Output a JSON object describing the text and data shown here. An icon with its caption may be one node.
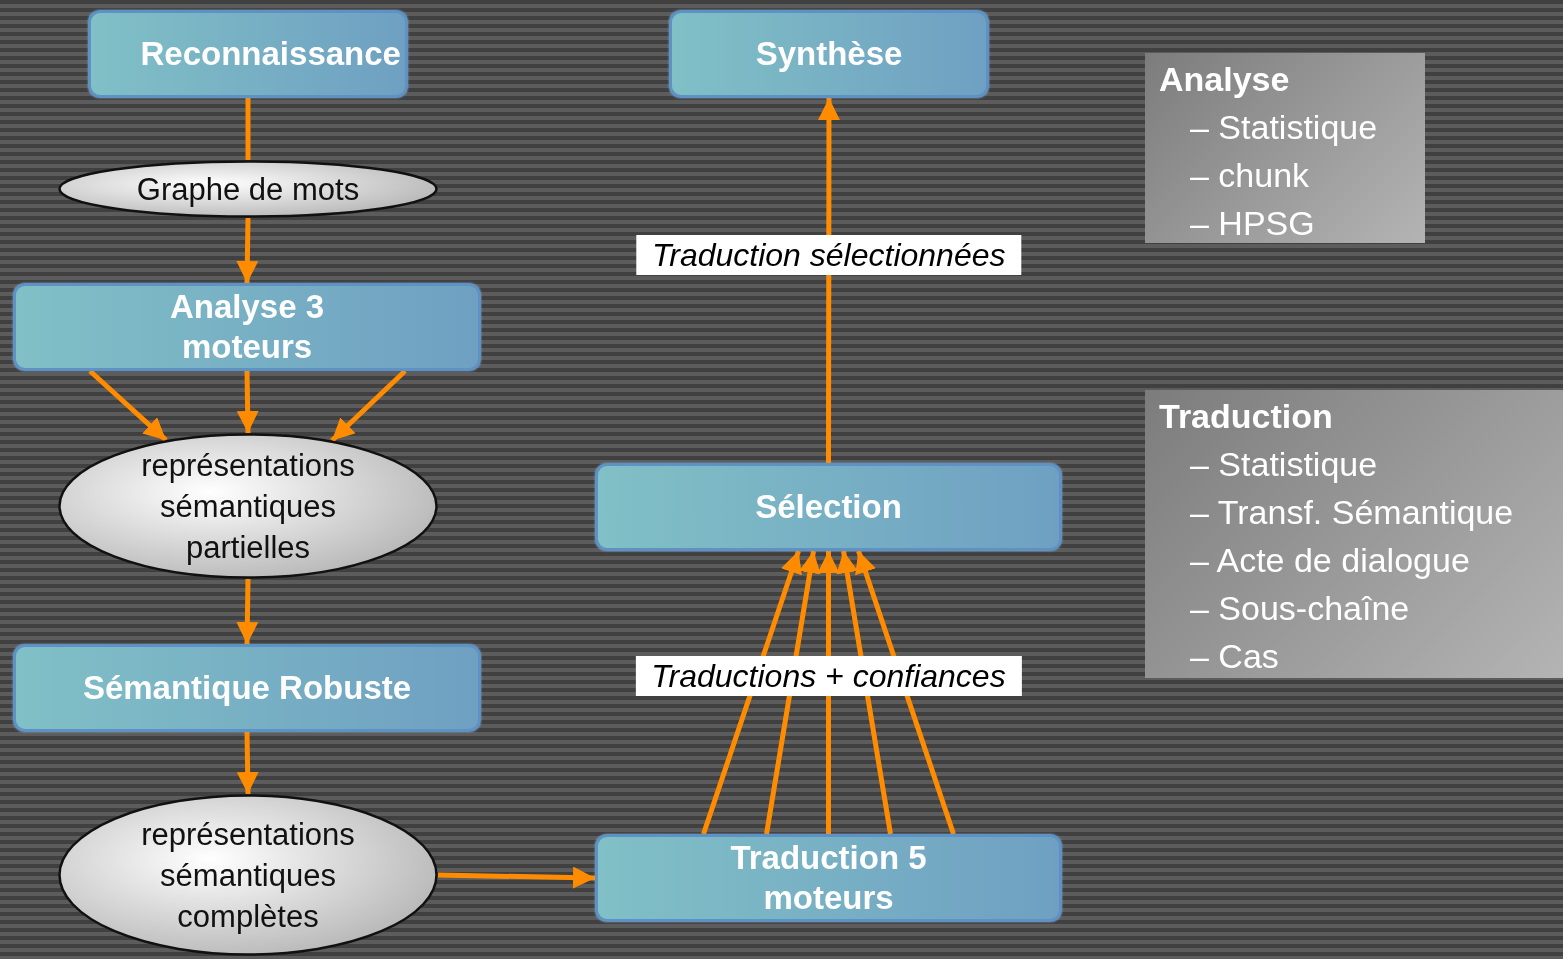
{
  "diagram": {
    "nodes": [
      {
        "text": [
          "Reconnaissance"
        ]
      },
      {
        "text": [
          "Graphe de mots"
        ]
      },
      {
        "text": [
          "Analyse 3 moteurs"
        ]
      },
      {
        "text": [
          "représentations sémantiques partielles"
        ]
      },
      {
        "text": [
          "Sémantique Robuste"
        ]
      },
      {
        "text": [
          "représentations sémantiques complètes"
        ]
      },
      {
        "text": [
          "Synthèse"
        ]
      },
      {
        "text": [
          "Sélection"
        ]
      },
      {
        "text": [
          "Traduction 5 moteurs"
        ]
      },
      {
        "text": [
          "Analyse",
          "– Statistique",
          "– chunk",
          "– HPSG"
        ]
      },
      {
        "text": [
          "Traduction",
          "– Statistique",
          "– Transf. Sémantique",
          "– Acte de dialogue",
          "– Sous-chaîne",
          "– Cas"
        ]
      }
    ],
    "edges": [
      {
        "from": 0,
        "to": 1,
        "arrow": "none"
      },
      {
        "from": 1,
        "to": 2,
        "arrow": "to"
      },
      {
        "from": 2,
        "to": 3,
        "arrow": "to"
      },
      {
        "from": 2,
        "to": 3,
        "arrow": "to"
      },
      {
        "from": 2,
        "to": 3,
        "arrow": "to"
      },
      {
        "from": 3,
        "to": 4,
        "arrow": "to"
      },
      {
        "from": 4,
        "to": 5,
        "arrow": "to"
      },
      {
        "from": 5,
        "to": 8,
        "arrow": "to"
      },
      {
        "from": 8,
        "to": 7,
        "arrow": "to"
      },
      {
        "from": 8,
        "to": 7,
        "arrow": "to"
      },
      {
        "from": 8,
        "to": 7,
        "arrow": "to",
        "label": "Traductions + confiances"
      },
      {
        "from": 8,
        "to": 7,
        "arrow": "to"
      },
      {
        "from": 8,
        "to": 7,
        "arrow": "to"
      },
      {
        "from": 7,
        "to": 6,
        "arrow": "to",
        "label": "Traduction sélectionnées"
      }
    ]
  }
}
